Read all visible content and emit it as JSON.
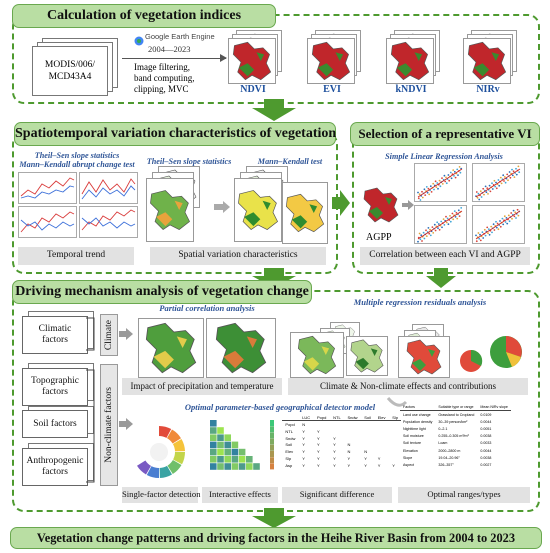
{
  "sec1": {
    "header": "Calculation of vegetation indices",
    "source": "MODIS/006/\nMCD43A4",
    "gee_brand": "Google Earth Engine",
    "gee_years": "2004—2023",
    "gee_steps": "Image filtering,\nband computing,\nclipping, MVC",
    "indices": [
      "NDVI",
      "EVI",
      "kNDVI",
      "NIRv"
    ]
  },
  "sec2": {
    "header": "Spatiotemporal variation characteristics of vegetation",
    "methods_left": "Theil–Sen slope statistics\nMann–Kendall abrupt change test",
    "method_mid": "Theil–Sen slope statistics",
    "method_right": "Mann–Kendall test",
    "caption_left": "Temporal trend",
    "caption_right": "Spatial variation characteristics"
  },
  "sec3": {
    "header": "Selection of a representative VI",
    "method": "Simple Linear Regression Analysis",
    "agpp": "AGPP",
    "caption": "Correlation between each VI and AGPP"
  },
  "sec4": {
    "header": "Driving mechanism analysis of vegetation change",
    "climatic": "Climatic\nfactors",
    "climate": "Climate",
    "topographic": "Topographic\nfactors",
    "soil": "Soil factors",
    "anthropogenic": "Anthropogenic\nfactors",
    "nonclimate": "Non-climate factors",
    "partial": "Partial correlation analysis",
    "multiple": "Multiple regression residuals analysis",
    "impact": "Impact of precipitation and temperature",
    "contrib": "Climate & Non-climate effects and contributions",
    "optimal": "Optimal parameter-based geographical detector model",
    "captions": [
      "Single-factor detection",
      "Interactive effects",
      "Significant difference",
      "Optimal ranges/types"
    ],
    "sig_headers": [
      "",
      "LUC",
      "Popd",
      "NTL",
      "Sndw",
      "Soil",
      "Elev",
      "Slp"
    ],
    "sig_rows": [
      [
        "Popd",
        "N",
        "",
        "",
        "",
        "",
        "",
        ""
      ],
      [
        "NTL",
        "Y",
        "Y",
        "",
        "",
        "",
        "",
        ""
      ],
      [
        "Sndw",
        "Y",
        "Y",
        "Y",
        "",
        "",
        "",
        ""
      ],
      [
        "Soil",
        "Y",
        "Y",
        "Y",
        "N",
        "",
        "",
        ""
      ],
      [
        "Elev",
        "Y",
        "Y",
        "Y",
        "N",
        "N",
        "",
        ""
      ],
      [
        "Slp",
        "Y",
        "Y",
        "Y",
        "Y",
        "Y",
        "Y",
        ""
      ],
      [
        "Asp",
        "Y",
        "Y",
        "Y",
        "Y",
        "Y",
        "Y",
        "Y"
      ]
    ],
    "opt_headers": [
      "Factors",
      "Suitable type or range",
      "Mean NIRv slope"
    ],
    "opt_rows": [
      [
        "Land use change",
        "Grassland to Cropland",
        "0.0109"
      ],
      [
        "Population density",
        "30–39 person/km²",
        "0.0044"
      ],
      [
        "Nighttime light",
        "0–2.1",
        "0.0051"
      ],
      [
        "Soil moisture",
        "0.255–0.305 m³/m³",
        "0.0038"
      ],
      [
        "Soil texture",
        "Loam",
        "0.0033"
      ],
      [
        "Elevation",
        "2000–2800 m",
        "0.0044"
      ],
      [
        "Slope",
        "19.04–20.96°",
        "0.0038"
      ],
      [
        "Aspect",
        "326–357°",
        "0.0027"
      ]
    ]
  },
  "footer": "Vegetation change patterns and driving factors in the Heihe River Basin from 2004 to 2023",
  "colors": {
    "header_fill": "#b9dea3",
    "border": "#4e9a2f",
    "arrow": "#4e9a2f",
    "index_label": "#1d4f9c",
    "method_label": "#2f5597"
  }
}
